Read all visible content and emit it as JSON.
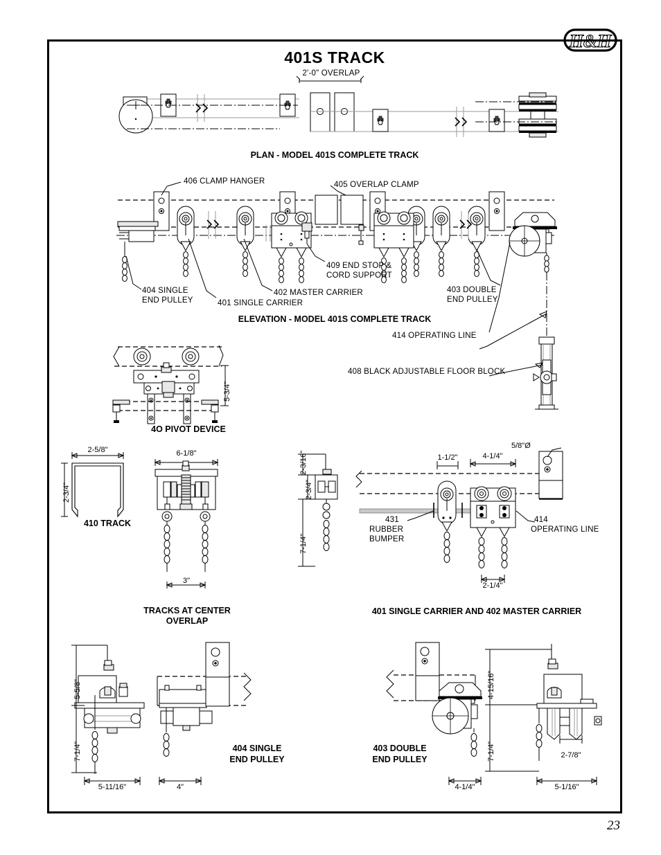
{
  "document": {
    "title": "401S TRACK",
    "page_number": "23",
    "logo_text": "H&H"
  },
  "sections": {
    "plan": {
      "caption": "PLAN - MODEL 401S COMPLETE TRACK",
      "overlap_dim": "2'-0\" OVERLAP"
    },
    "elevation": {
      "caption": "ELEVATION - MODEL 401S COMPLETE TRACK",
      "labels": {
        "clamp_hanger": "406 CLAMP HANGER",
        "overlap_clamp": "405 OVERLAP CLAMP",
        "end_stop_l1": "409 END STOP &",
        "end_stop_l2": "CORD SUPPORT",
        "single_end_pulley_l1": "404 SINGLE",
        "single_end_pulley_l2": "END PULLEY",
        "single_carrier": "401 SINGLE CARRIER",
        "master_carrier": "402 MASTER CARRIER",
        "double_end_pulley_l1": "403 DOUBLE",
        "double_end_pulley_l2": "END PULLEY",
        "operating_line": "414 OPERATING LINE",
        "floor_block": "408 BLACK ADJUSTABLE FLOOR BLOCK"
      }
    },
    "pivot_device": {
      "caption": "4O PIVOT DEVICE",
      "height_dim": "5-3/4\""
    },
    "track_410": {
      "caption": "410 TRACK",
      "width_dim": "2-5/8\"",
      "height_dim": "2-3/4\""
    },
    "tracks_at_center_overlap": {
      "caption_l1": "TRACKS AT CENTER",
      "caption_l2": "OVERLAP",
      "width_dim": "6-1/8\"",
      "spacing_dim": "3\""
    },
    "carriers": {
      "caption": "401 SINGLE CARRIER AND 402 MASTER CARRIER",
      "dims": {
        "top_small": "2-3/16\"",
        "body": "2-3/4\"",
        "overall": "7-1/4\"",
        "bumper_gap": "1-1/2\"",
        "master_width": "4-1/4\"",
        "chain_spacing": "2-1/4\"",
        "hole_dia": "5/8\"Ø"
      },
      "labels": {
        "rubber_bumper_num": "431",
        "rubber_bumper_l1": "RUBBER",
        "rubber_bumper_l2": "BUMPER",
        "operating_line_num": "414",
        "operating_line_txt": "OPERATING LINE"
      }
    },
    "single_end_pulley": {
      "caption_l1": "404 SINGLE",
      "caption_l2": "END PULLEY",
      "dims": {
        "top": "5-5/8\"",
        "drop": "7-1/4\"",
        "width": "5-11/16\"",
        "depth": "4\""
      }
    },
    "double_end_pulley": {
      "caption_l1": "403 DOUBLE",
      "caption_l2": "END PULLEY",
      "dims": {
        "top": "4-15/16\"",
        "drop": "7-1/4\"",
        "width": "4-1/4\"",
        "sheave": "2-7/8\"",
        "overall_width": "5-1/16\""
      }
    }
  },
  "colors": {
    "line": "#000000",
    "light_line": "#9a9a9a",
    "fill_gray": "#e8e8e8"
  }
}
